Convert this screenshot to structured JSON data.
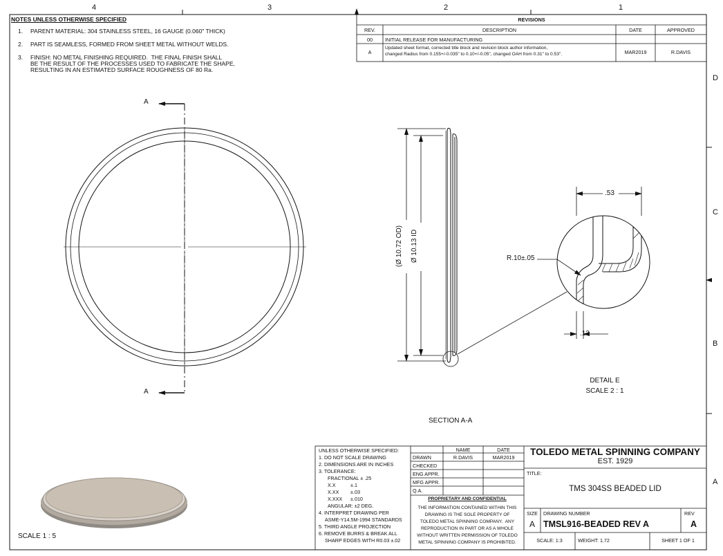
{
  "zones": {
    "top": [
      "4",
      "3",
      "2",
      "1"
    ],
    "right": [
      "D",
      "C",
      "B",
      "A"
    ]
  },
  "notes": {
    "heading": "NOTES UNLESS OTHERWISE SPECIFIED",
    "n1_num": "1.",
    "n1": "PARENT MATERIAL: 304 STAINLESS STEEL, 16 GAUGE (0.060\" THICK)",
    "n2_num": "2.",
    "n2": "PART IS SEAMLESS, FORMED FROM SHEET METAL WITHOUT WELDS.",
    "n3_num": "3.",
    "n3_l1": "FINISH: NO METAL FINISHING REQUIRED.  THE FINAL FINISH SHALL",
    "n3_l2": "BE THE RESULT OF THE PROCESSES USED TO FABRICATE THE SHAPE,",
    "n3_l3": "RESULTING IN AN ESTIMATED SURFACE ROUGHNESS OF 80 Ra."
  },
  "revisions": {
    "title": "REVISIONS",
    "headers": {
      "rev": "REV.",
      "description": "DESCRIPTION",
      "date": "DATE",
      "approved": "APPROVED"
    },
    "row1": {
      "rev": "00",
      "description": "INITIAL RELEASE FOR MANUFACTURING",
      "date": "",
      "approved": ""
    },
    "row2": {
      "rev": "A",
      "description_l1": "Updated sheet format, corrected title block and revision block author information,",
      "description_l2": "changed Radius from 0.155+/-0.035\" to 0.10+/-0.05\", changed OAH from 0.31\" to 0.53\".",
      "date": "MAR2019",
      "approved": "R.DAVIS"
    }
  },
  "views": {
    "section_marker": "A",
    "section_title": "SECTION A-A",
    "od_dim": "(Ø 10.72 OD)",
    "id_dim": "Ø 10.13 ID",
    "detail_title": "DETAIL E",
    "detail_scale": "SCALE 2 : 1",
    "dim_height": ".53",
    "dim_radius": "R.10±.05",
    "dim_thick": ".13",
    "iso_scale": "SCALE 1 : 5"
  },
  "tolerances": {
    "l1": "UNLESS OTHERWISE SPECIFIED:",
    "l2": "1. DO NOT SCALE DRAWING",
    "l3": "2. DIMENSIONS ARE IN INCHES",
    "l4": "3. TOLERANCE:",
    "l5": "FRACTIONAL ± .25",
    "l6a": "X.X",
    "l6b": "±.1",
    "l7a": "X.XX",
    "l7b": "±.03",
    "l8a": "X.XXX",
    "l8b": "±.010",
    "l9": "ANGULAR: ±2 DEG.",
    "l10": "4. INTERPRET DRAWING PER",
    "l11": "ASME-Y14.5M-1994 STANDARDS",
    "l12": "5. THIRD ANGLE PROJECTION",
    "l13": "6. REMOVE BURRS & BREAK ALL",
    "l14": "SHARP EDGES WITH R0.03 ±.02"
  },
  "signoff": {
    "h_name": "NAME",
    "h_date": "DATE",
    "drawn": "DRAWN",
    "drawn_name": "R.DAVIS",
    "drawn_date": "MAR2019",
    "checked": "CHECKED",
    "eng": "ENG APPR.",
    "mfg": "MFG APPR.",
    "qa": "Q.A."
  },
  "proprietary": {
    "title": "PROPRIETARY AND CONFIDENTIAL",
    "l1": "THE INFORMATION CONTAINED WITHIN THIS",
    "l2": "DRAWING IS THE SOLE PROPERTY OF",
    "l3": "TOLEDO METAL SPINNING COMPANY.  ANY",
    "l4": "REPRODUCTION IN PART OR AS A WHOLE",
    "l5": "WITHOUT WRITTEN PERMISSION OF TOLEDO",
    "l6": "METAL SPINNING COMPANY IS PROHIBITED."
  },
  "titleblock": {
    "company": "TOLEDO METAL SPINNING COMPANY",
    "est": "EST. 1929",
    "title_label": "TITLE:",
    "title": "TMS 304SS BEADED LID",
    "size_label": "SIZE",
    "size": "A",
    "dwg_label": "DRAWING NUMBER",
    "dwg": "TMSL916-BEADED REV A",
    "rev_label": "REV",
    "rev": "A",
    "scale": "SCALE: 1:3",
    "weight": "WEIGHT: 1.72",
    "sheet": "SHEET 1 OF 1"
  },
  "colors": {
    "line": "#111111",
    "part_fill": "#c9bfb2",
    "part_rim": "#8f8a84"
  }
}
